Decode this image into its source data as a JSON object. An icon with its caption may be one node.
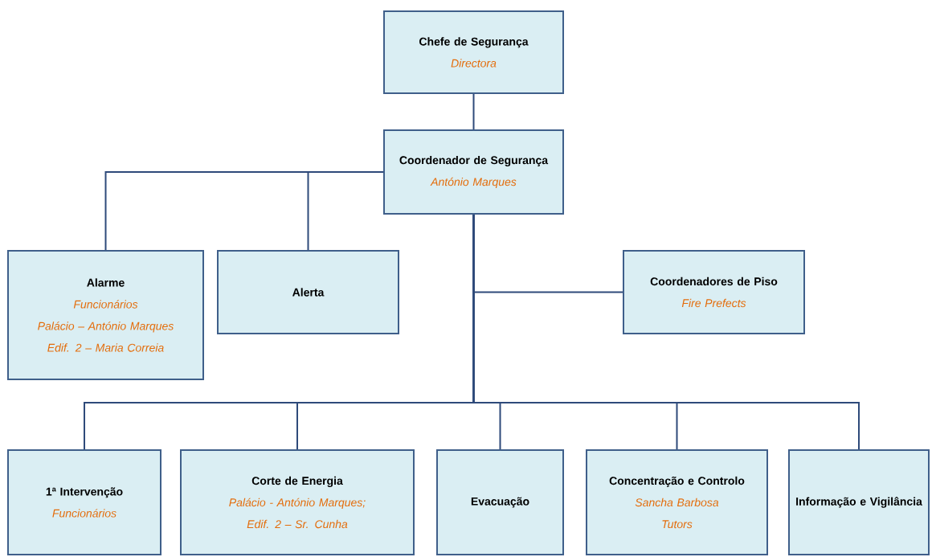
{
  "diagram": {
    "nodes": [
      {
        "text": [
          "Chefe de Segurança",
          "Directora"
        ]
      },
      {
        "text": [
          "Coordenador de Segurança",
          "António Marques"
        ]
      },
      {
        "text": [
          "Alarme",
          "Funcionários",
          "Palácio – António Marques",
          "Edif. 2 – Maria Correia"
        ]
      },
      {
        "text": [
          "Alerta"
        ]
      },
      {
        "text": [
          "Coordenadores de Piso",
          "Fire Prefects"
        ]
      },
      {
        "text": [
          "1ª Intervenção",
          "Funcionários"
        ]
      },
      {
        "text": [
          "Corte de Energia",
          "Palácio - António Marques;",
          "Edif. 2 – Sr. Cunha"
        ]
      },
      {
        "text": [
          "Evacuação"
        ]
      },
      {
        "text": [
          "Concentração e Controlo",
          "Sancha Barbosa",
          "Tutors"
        ]
      },
      {
        "text": [
          "Informação e Vigilância"
        ]
      }
    ],
    "edges": [
      {
        "from": 0,
        "to": 1,
        "arrow": "none"
      },
      {
        "from": 1,
        "to": 2,
        "arrow": "none"
      },
      {
        "from": 1,
        "to": 3,
        "arrow": "none"
      },
      {
        "from": 1,
        "to": 4,
        "arrow": "none"
      },
      {
        "from": 1,
        "to": 5,
        "arrow": "none"
      },
      {
        "from": 1,
        "to": 6,
        "arrow": "none"
      },
      {
        "from": 1,
        "to": 7,
        "arrow": "none"
      },
      {
        "from": 1,
        "to": 8,
        "arrow": "none"
      },
      {
        "from": 1,
        "to": 9,
        "arrow": "none"
      }
    ]
  }
}
